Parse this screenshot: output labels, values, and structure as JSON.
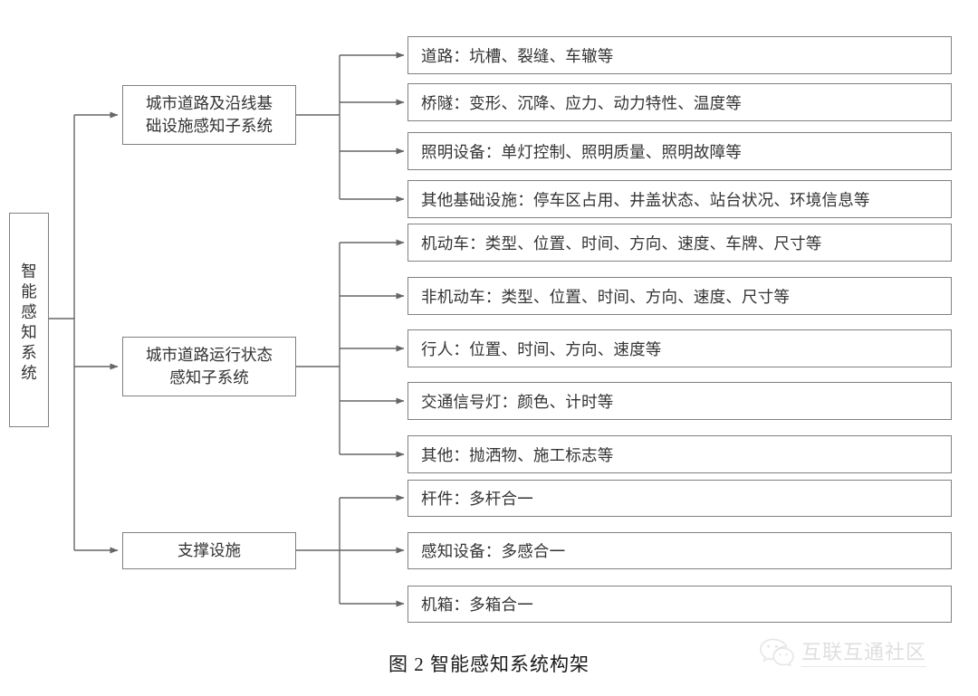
{
  "figure": {
    "caption": "图 2 智能感知系统构架",
    "root_label": "智能感知系统"
  },
  "watermark": {
    "text": "互联互通社区",
    "icon": "wechat-logo-icon"
  },
  "colors": {
    "border": "#808080",
    "text": "#333333",
    "line": "#666666",
    "background": "#ffffff",
    "watermark": "#b9b9b9"
  },
  "branches": [
    {
      "id": "infrastructure",
      "label": "城市道路及沿线基础设施感知子系统",
      "label_lines": [
        "城市道路及沿线基",
        "础设施感知子系统"
      ],
      "leaves": [
        {
          "label": "道路：坑槽、裂缝、车辙等"
        },
        {
          "label": "桥隧：变形、沉降、应力、动力特性、温度等"
        },
        {
          "label": "照明设备：单灯控制、照明质量、照明故障等"
        },
        {
          "label": "其他基础设施：停车区占用、井盖状态、站台状况、环境信息等"
        }
      ]
    },
    {
      "id": "operation",
      "label": "城市道路运行状态感知子系统",
      "label_lines": [
        "城市道路运行状态",
        "感知子系统"
      ],
      "leaves": [
        {
          "label": "机动车：类型、位置、时间、方向、速度、车牌、尺寸等"
        },
        {
          "label": "非机动车：类型、位置、时间、方向、速度、尺寸等"
        },
        {
          "label": "行人：位置、时间、方向、速度等"
        },
        {
          "label": "交通信号灯：颜色、计时等"
        },
        {
          "label": "其他：抛洒物、施工标志等"
        }
      ]
    },
    {
      "id": "support",
      "label": "支撑设施",
      "label_lines": [
        "支撑设施"
      ],
      "leaves": [
        {
          "label": "杆件：多杆合一"
        },
        {
          "label": "感知设备：多感合一"
        },
        {
          "label": "机箱：多箱合一"
        }
      ]
    }
  ],
  "chart_data": {
    "type": "diagram",
    "title": "图 2 智能感知系统构架",
    "root": "智能感知系统",
    "levels": 3,
    "nodes": [
      {
        "level": 1,
        "label": "智能感知系统"
      },
      {
        "level": 2,
        "parent": "智能感知系统",
        "label": "城市道路及沿线基础设施感知子系统"
      },
      {
        "level": 2,
        "parent": "智能感知系统",
        "label": "城市道路运行状态感知子系统"
      },
      {
        "level": 2,
        "parent": "智能感知系统",
        "label": "支撑设施"
      },
      {
        "level": 3,
        "parent": "城市道路及沿线基础设施感知子系统",
        "label": "道路：坑槽、裂缝、车辙等"
      },
      {
        "level": 3,
        "parent": "城市道路及沿线基础设施感知子系统",
        "label": "桥隧：变形、沉降、应力、动力特性、温度等"
      },
      {
        "level": 3,
        "parent": "城市道路及沿线基础设施感知子系统",
        "label": "照明设备：单灯控制、照明质量、照明故障等"
      },
      {
        "level": 3,
        "parent": "城市道路及沿线基础设施感知子系统",
        "label": "其他基础设施：停车区占用、井盖状态、站台状况、环境信息等"
      },
      {
        "level": 3,
        "parent": "城市道路运行状态感知子系统",
        "label": "机动车：类型、位置、时间、方向、速度、车牌、尺寸等"
      },
      {
        "level": 3,
        "parent": "城市道路运行状态感知子系统",
        "label": "非机动车：类型、位置、时间、方向、速度、尺寸等"
      },
      {
        "level": 3,
        "parent": "城市道路运行状态感知子系统",
        "label": "行人：位置、时间、方向、速度等"
      },
      {
        "level": 3,
        "parent": "城市道路运行状态感知子系统",
        "label": "交通信号灯：颜色、计时等"
      },
      {
        "level": 3,
        "parent": "城市道路运行状态感知子系统",
        "label": "其他：抛洒物、施工标志等"
      },
      {
        "level": 3,
        "parent": "支撑设施",
        "label": "杆件：多杆合一"
      },
      {
        "level": 3,
        "parent": "支撑设施",
        "label": "感知设备：多感合一"
      },
      {
        "level": 3,
        "parent": "支撑设施",
        "label": "机箱：多箱合一"
      }
    ]
  }
}
